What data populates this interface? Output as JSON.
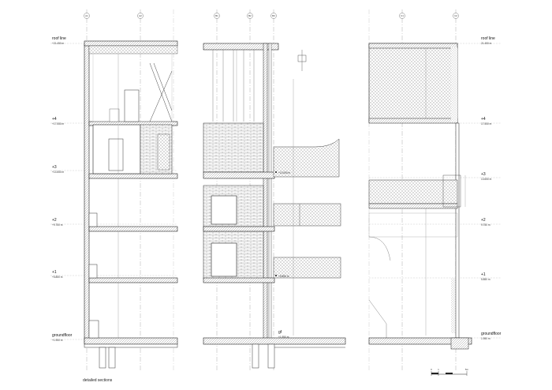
{
  "caption": "detailed sections",
  "sections": [
    {
      "name": "section-a",
      "grid_bubbles": [
        "A1",
        "A2"
      ],
      "levels_left": [
        {
          "label": "roof line",
          "elev": "+21.450 m"
        },
        {
          "label": "+4",
          "elev": "+17.550 m"
        },
        {
          "label": "+3",
          "elev": "+13.650 m"
        },
        {
          "label": "+2",
          "elev": "+9.750 m"
        },
        {
          "label": "+1",
          "elev": "+5.850 m"
        },
        {
          "label": "groundfloor",
          "elev": "+1.950 m"
        }
      ]
    },
    {
      "name": "section-b",
      "grid_bubbles": [
        "B1",
        "B2",
        "B3"
      ],
      "level_marks": [
        {
          "label": "",
          "elev": "+13.650 m"
        },
        {
          "label": "",
          "elev": "+5.850 m"
        },
        {
          "label": "gf",
          "elev": "+1.950 m"
        }
      ]
    },
    {
      "name": "section-c",
      "grid_bubbles": [
        "C1",
        "C2"
      ],
      "levels_right": [
        {
          "label": "roof line",
          "elev": "21.450 m"
        },
        {
          "label": "+4",
          "elev": "17.550 m"
        },
        {
          "label": "+3",
          "elev": "13.650 m"
        },
        {
          "label": "+2",
          "elev": "9.750 m"
        },
        {
          "label": "+1",
          "elev": "5.850 m"
        },
        {
          "label": "groundfloor",
          "elev": "1.950 m"
        }
      ]
    }
  ],
  "scale_bar": {
    "ticks": [
      "0",
      "1",
      "5m"
    ]
  }
}
